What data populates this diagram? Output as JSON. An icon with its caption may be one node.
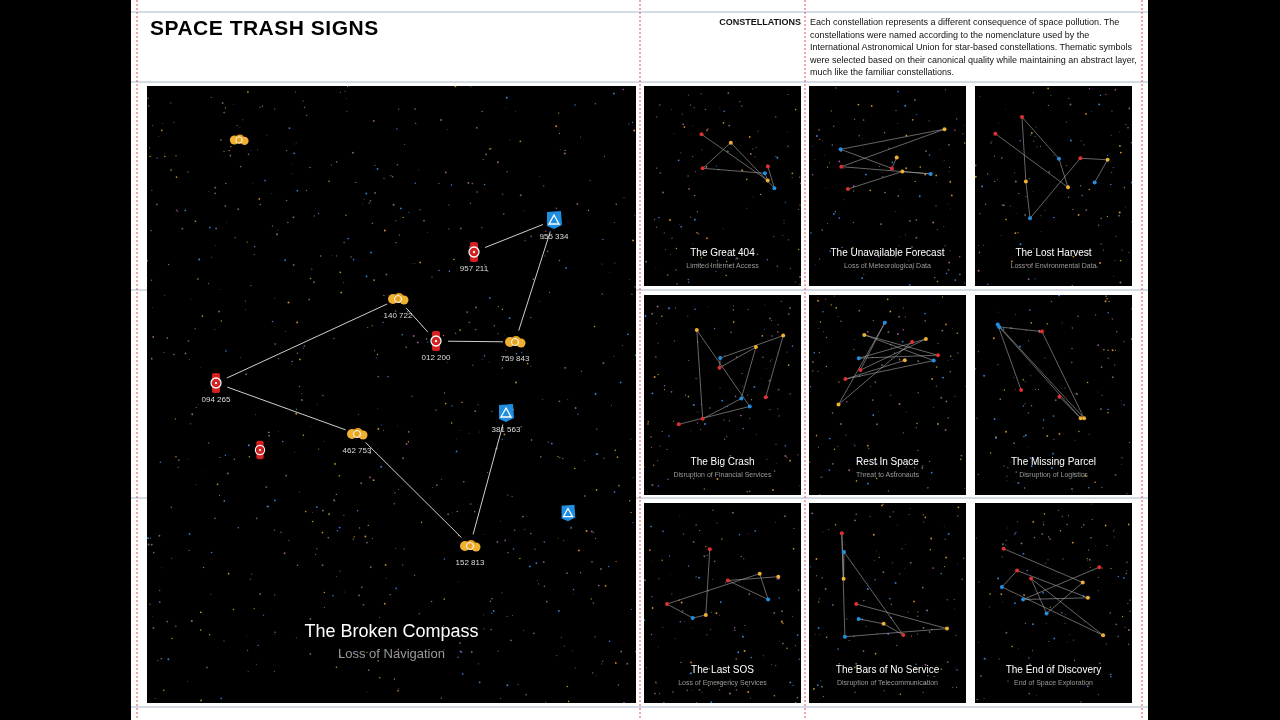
{
  "diagram": {
    "title": "SPACE TRASH SIGNS",
    "nodes": [
      {
        "text": [
          "The Broken Compass",
          "Loss of Navigation"
        ]
      },
      {
        "text": [
          "957 211"
        ],
        "in": 0
      },
      {
        "text": [
          "955 334"
        ],
        "in": 0
      },
      {
        "text": [
          "140 722"
        ],
        "in": 0
      },
      {
        "text": [
          "012 200"
        ],
        "in": 0
      },
      {
        "text": [
          "759 843"
        ],
        "in": 0
      },
      {
        "text": [
          "094 265"
        ],
        "in": 0
      },
      {
        "text": [
          "381 563"
        ],
        "in": 0
      },
      {
        "text": [
          "462 753"
        ],
        "in": 0
      },
      {
        "text": [
          "152 813"
        ],
        "in": 0
      },
      {
        "text": [
          "The Great 404",
          "Limited Internet Access"
        ]
      },
      {
        "text": [
          "The Unavailable Forecast",
          "Loss of Meteorological Data"
        ]
      },
      {
        "text": [
          "The Lost Harvest",
          "Loss of Environmental Data"
        ]
      },
      {
        "text": [
          "The Big Crash",
          "Disruption of Financial Services"
        ]
      },
      {
        "text": [
          "Rest In Space",
          "Threat to Astronauts"
        ]
      },
      {
        "text": [
          "The Missing Parcel",
          "Disruption of Logistics"
        ]
      },
      {
        "text": [
          "The Last SOS",
          "Loss of Emergency Services"
        ]
      },
      {
        "text": [
          "The Bars of No Service",
          "Disruption of Telecommunication"
        ]
      },
      {
        "text": [
          "The End of Discovery",
          "End of Space Exploration"
        ]
      }
    ],
    "edges": [
      {
        "from": 1,
        "to": 2,
        "arrow": "none"
      },
      {
        "from": 2,
        "to": 5,
        "arrow": "none"
      },
      {
        "from": 5,
        "to": 4,
        "arrow": "none"
      },
      {
        "from": 4,
        "to": 3,
        "arrow": "none"
      },
      {
        "from": 3,
        "to": 6,
        "arrow": "none"
      },
      {
        "from": 6,
        "to": 8,
        "arrow": "none"
      },
      {
        "from": 8,
        "to": 9,
        "arrow": "none"
      },
      {
        "from": 9,
        "to": 7,
        "arrow": "none"
      }
    ],
    "labels": [
      "CONSTELLATIONS",
      "Each constellation represents a different consequence of space pollution. The constellations were named according to the nomenclature used by the International Astronomical Union for star-based constellations. Thematic symbols were selected based on their canonical quality while maintaining an abstract layer, much like the familiar constellations."
    ]
  }
}
